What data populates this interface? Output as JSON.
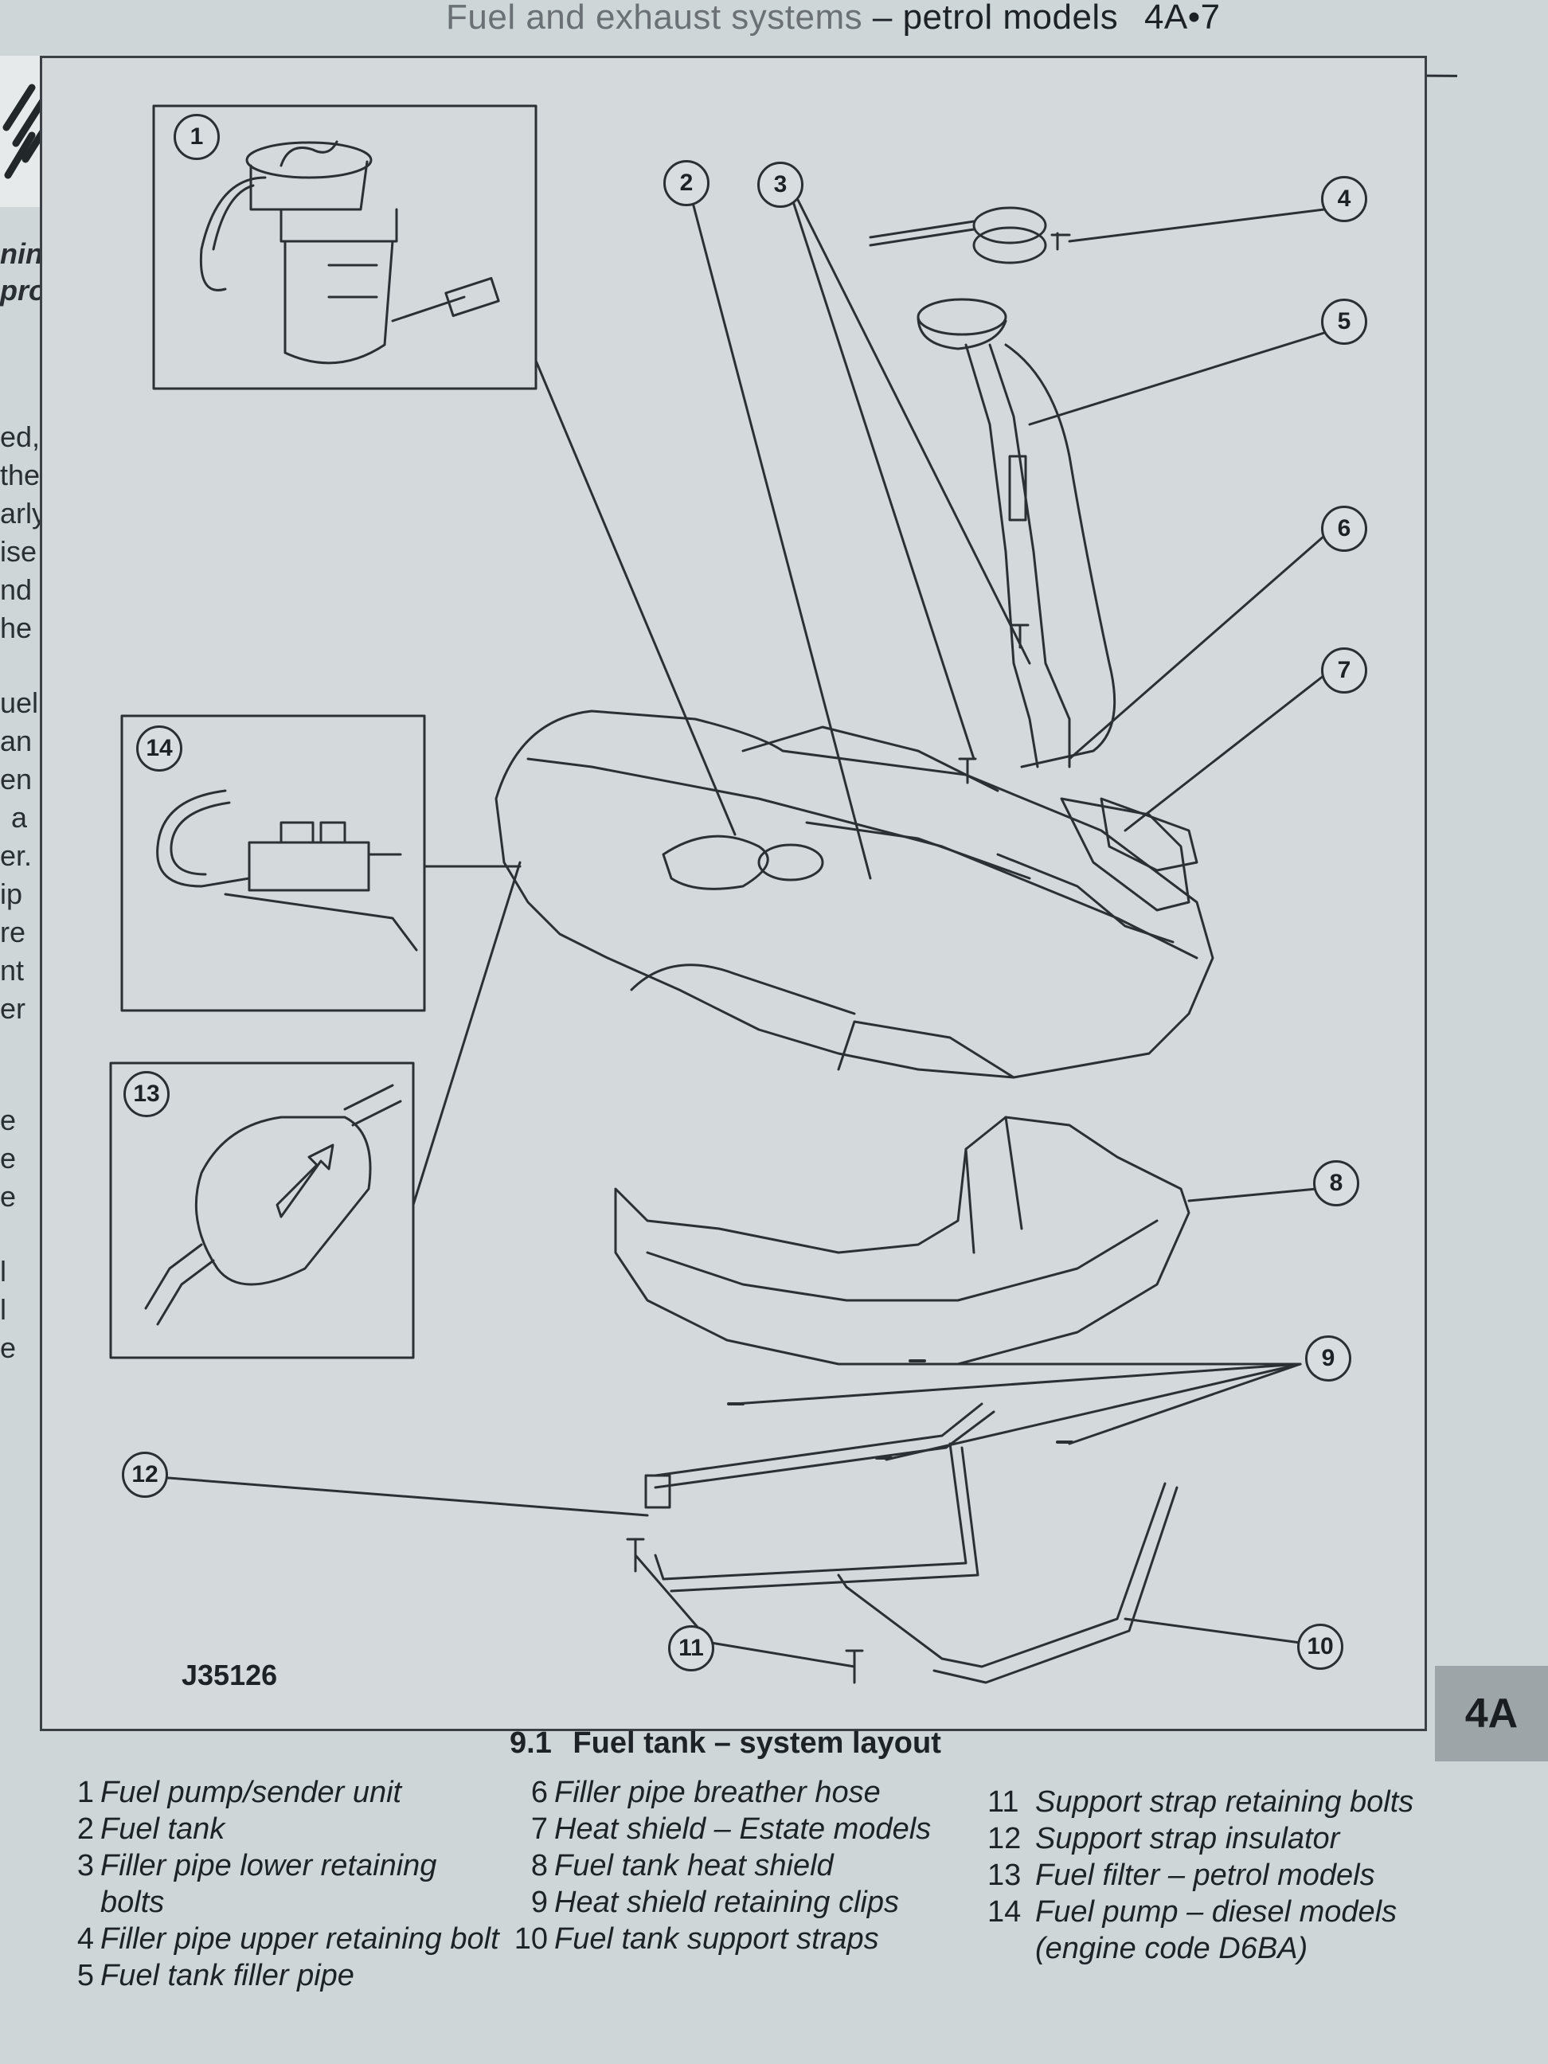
{
  "header": {
    "prefix": "Fuel and exhaust systems",
    "title": "– petrol models",
    "page": "4A•7"
  },
  "margin_text": [
    "ning",
    "pro-",
    "ed,",
    "the",
    "arly",
    "ise",
    "nd",
    "he",
    "uel",
    "an",
    "en",
    "a",
    "er.",
    "ip",
    "re",
    "nt",
    "er",
    "e",
    "e",
    "e",
    "l",
    "l",
    "e"
  ],
  "figure": {
    "code": "J35126",
    "callouts": [
      "1",
      "2",
      "3",
      "4",
      "5",
      "6",
      "7",
      "8",
      "9",
      "10",
      "11",
      "12",
      "13",
      "14"
    ]
  },
  "section_tab": "4A",
  "caption": {
    "number": "9.1",
    "title": "Fuel tank – system layout"
  },
  "legend": {
    "col1": [
      {
        "n": "1",
        "text": "Fuel pump/sender unit"
      },
      {
        "n": "2",
        "text": "Fuel tank"
      },
      {
        "n": "3",
        "text": "Filler pipe lower retaining bolts"
      },
      {
        "n": "4",
        "text": "Filler pipe upper retaining bolt"
      },
      {
        "n": "5",
        "text": "Fuel tank filler pipe"
      }
    ],
    "col2": [
      {
        "n": "6",
        "text": "Filler pipe breather hose"
      },
      {
        "n": "7",
        "text": "Heat shield – Estate models"
      },
      {
        "n": "8",
        "text": "Fuel tank heat shield"
      },
      {
        "n": "9",
        "text": "Heat shield retaining clips"
      },
      {
        "n": "10",
        "text": "Fuel tank support straps"
      }
    ],
    "col3": [
      {
        "n": "11",
        "text": "Support strap retaining bolts"
      },
      {
        "n": "12",
        "text": "Support strap insulator"
      },
      {
        "n": "13",
        "text": "Fuel filter – petrol models"
      },
      {
        "n": "14",
        "text": "Fuel pump – diesel models (engine code D6BA)"
      }
    ]
  }
}
